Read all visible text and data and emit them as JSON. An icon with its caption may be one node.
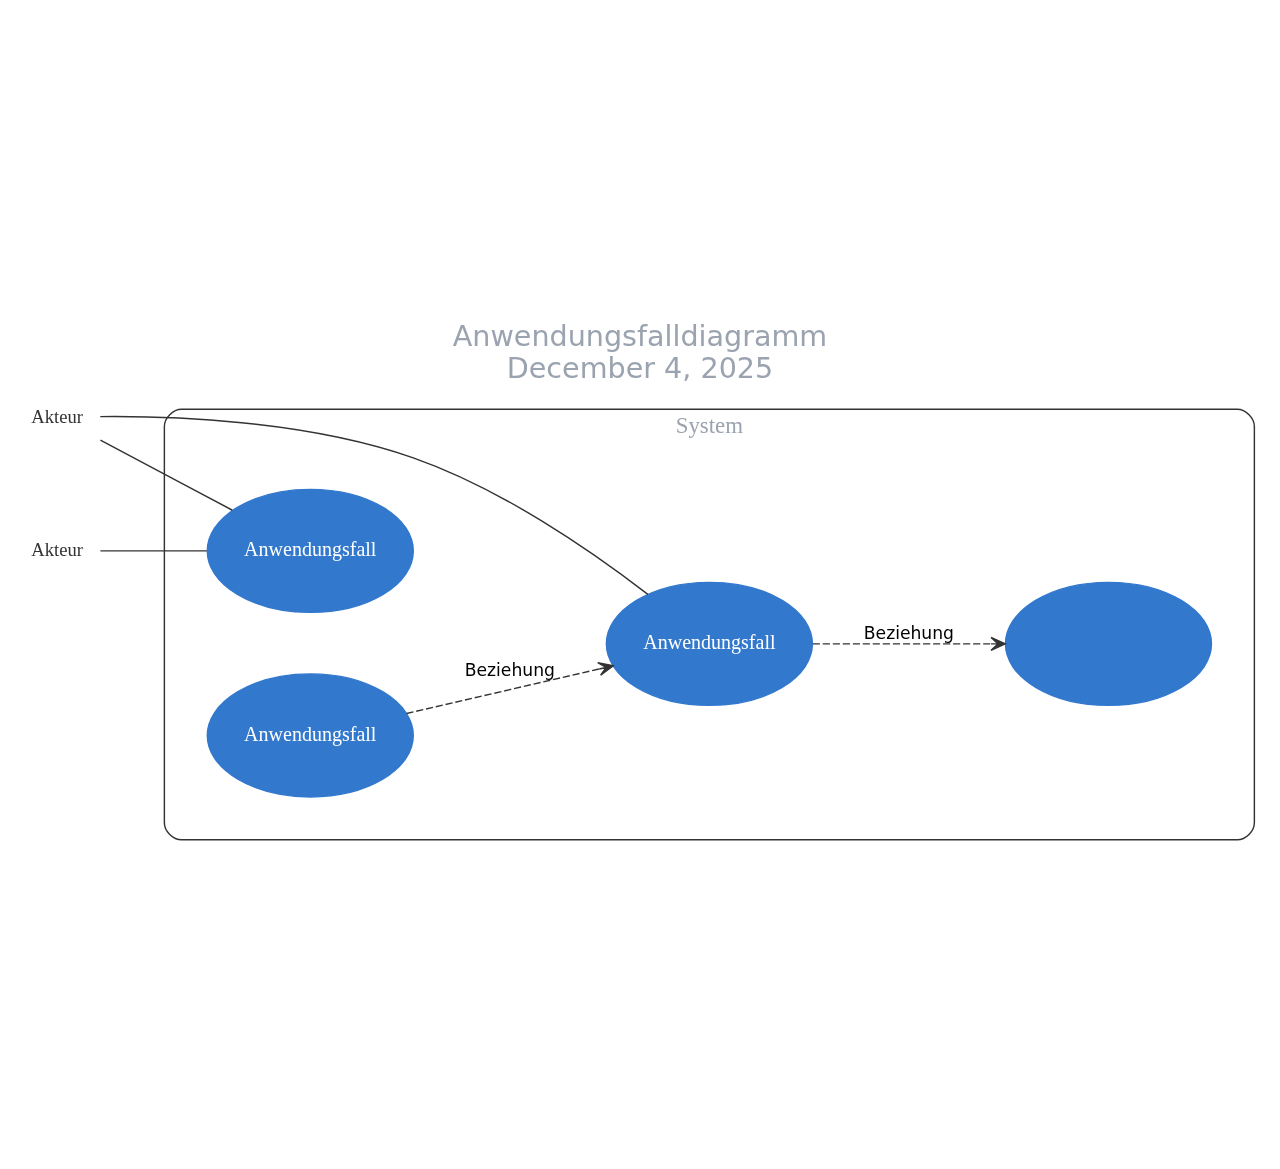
{
  "diagram": {
    "title": "Anwendungsfalldiagramm",
    "caption": "December 4, 2025",
    "nodes": [
      {
        "text": [
          "System"
        ]
      },
      {
        "text": [
          "Anwendungsfall"
        ],
        "in": 0
      },
      {
        "text": [
          "Anwendungsfall"
        ],
        "in": 0
      },
      {
        "text": [
          "Anwendungsfall"
        ],
        "in": 0
      },
      {
        "text": [],
        "shape": "ellipse",
        "in": 0
      },
      {
        "text": [
          "Akteur"
        ]
      },
      {
        "text": [
          "Akteur"
        ]
      }
    ],
    "edges": [
      {
        "from": 5,
        "to": 1,
        "arrow": "none"
      },
      {
        "from": 5,
        "to": 2,
        "arrow": "none"
      },
      {
        "from": 6,
        "to": 1,
        "arrow": "none"
      },
      {
        "from": 3,
        "to": 2,
        "arrow": "to",
        "label": "Beziehung",
        "style": "dashed"
      },
      {
        "from": 2,
        "to": 4,
        "arrow": "to",
        "label": "Beziehung",
        "style": "dashed"
      }
    ]
  }
}
